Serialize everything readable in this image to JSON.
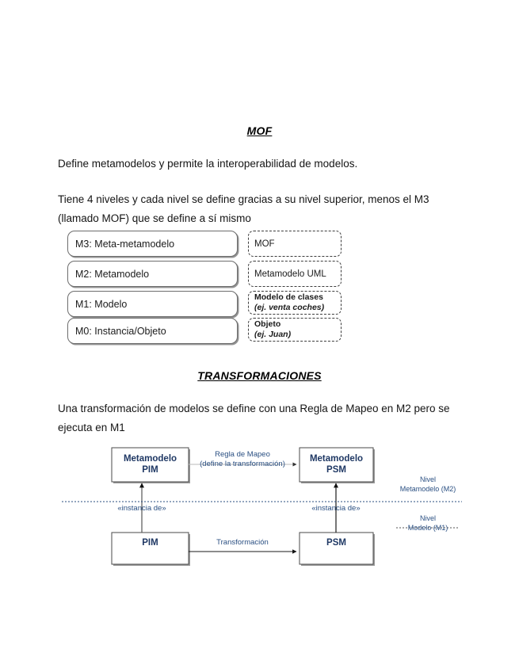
{
  "document": {
    "sections": [
      {
        "heading": "MOF",
        "paragraphs": [
          "Define metamodelos y permite la interoperabilidad de modelos.",
          "Tiene 4 niveles y cada nivel se define gracias a su nivel superior, menos el M3 (llamado MOF) que se define a sí mismo"
        ]
      },
      {
        "heading": "TRANSFORMACIONES",
        "paragraphs": [
          "Una transformación de modelos se define con una Regla de Mapeo en M2 pero se ejecuta en M1"
        ]
      }
    ]
  },
  "levels_diagram": {
    "left_boxes": [
      {
        "label": "M3: Meta-metamodelo"
      },
      {
        "label": "M2: Metamodelo"
      },
      {
        "label": "M1: Modelo"
      },
      {
        "label": "M0: Instancia/Objeto"
      }
    ],
    "right_boxes": [
      {
        "line1": "MOF",
        "line2": ""
      },
      {
        "line1": "Metamodelo UML",
        "line2": ""
      },
      {
        "line1": "Modelo de clases",
        "line2": "(ej. venta coches)"
      },
      {
        "line1": "Objeto",
        "line2": "(ej. Juan)"
      }
    ]
  },
  "transform_diagram": {
    "boxes": {
      "meta_pim_line1": "Metamodelo",
      "meta_pim_line2": "PIM",
      "meta_psm_line1": "Metamodelo",
      "meta_psm_line2": "PSM",
      "pim": "PIM",
      "psm": "PSM"
    },
    "edges": {
      "mapping_rule_line1": "Regla de Mapeo",
      "mapping_rule_line2": "(define la transformación)",
      "transformation": "Transformación",
      "instance_of_left": "«instancia de»",
      "instance_of_right": "«instancia de»"
    },
    "side_labels": {
      "m2_line1": "Nivel",
      "m2_line2": "Metamodelo (M2)",
      "m1_line1": "Nivel",
      "m1_line2": "Modelo (M1)"
    },
    "colors": {
      "box_text": "#1F3864",
      "edge_text": "#2A4F82",
      "divider": "#2A4F82"
    }
  }
}
